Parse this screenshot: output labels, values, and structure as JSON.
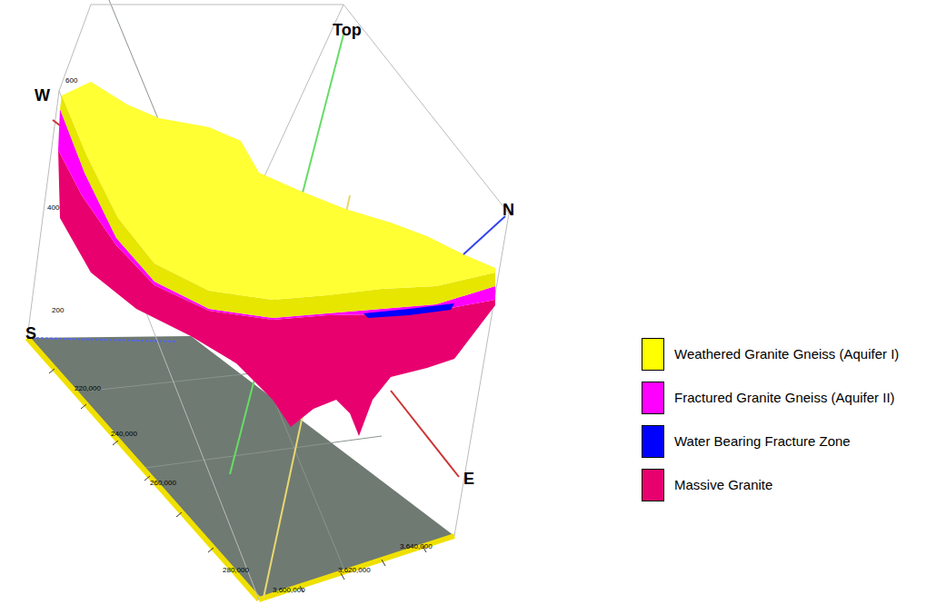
{
  "diagram": {
    "labels": [
      "Top",
      "W",
      "N",
      "600",
      "400",
      "200",
      "S",
      "E",
      "220,000",
      "240,000",
      "260,000",
      "280,000",
      "3,600,000",
      "3,620,000",
      "3,640,000"
    ],
    "legend": [
      {
        "text": "Weathered Granite Gneiss (Aquifer I)",
        "color": "#ffff00"
      },
      {
        "text": "Fractured Granite Gneiss (Aquifer II)",
        "color": "#ff00ff"
      },
      {
        "text": "Water Bearing Fracture Zone",
        "color": "#0000ff"
      },
      {
        "text": "Massive Granite",
        "color": "#e8006f"
      }
    ]
  }
}
